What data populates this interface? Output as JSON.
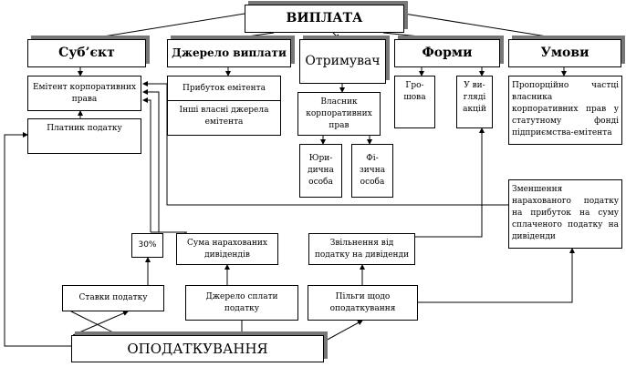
{
  "title": "ВИПЛАТА",
  "categories": {
    "subject": "Суб’єкт",
    "source": "Джерело виплати",
    "recipient": "Отримувач",
    "forms": "Форми",
    "conditions": "Умови"
  },
  "subject": {
    "issuer": "Емітент корпоративних права",
    "payer": "Платник податку"
  },
  "source": {
    "profit": "Прибуток емітента",
    "other": "Інші власні джерела емітента"
  },
  "recipient": {
    "owner": "Власник корпоративних прав",
    "legal": "Юри-дична особа",
    "natural": "Фі-зична особа"
  },
  "forms": {
    "cash": "Гро-шова",
    "shares": "У ви-гляді акцій"
  },
  "conditions": {
    "text": "Пропорційно частці власника корпоративних прав у статутному фонді підприємства-емітента"
  },
  "taxation": {
    "title": "ОПОДАТКУВАННЯ",
    "rate": "Ставки податку",
    "rate_value": "30%",
    "tax_source": "Джерело сплати податку",
    "base": "Сума нарахованих дивідендів",
    "benefits": "Пільги щодо оподаткування",
    "exemption": "Звільнення від податку на дивіденди",
    "reduction": "Зменшення нарахованого податку на прибуток на суму сплаченого податку на дивіденди"
  }
}
